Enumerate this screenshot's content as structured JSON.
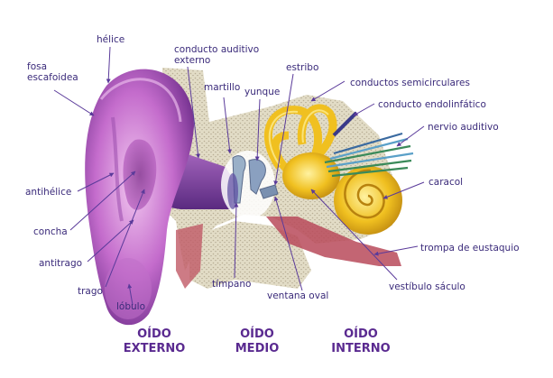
{
  "labels": {
    "helice": "hélice",
    "fosa_escafoidea": "fosa\nescafoidea",
    "conducto_auditivo_externo": "conducto auditivo\nexterno",
    "martillo": "martillo",
    "yunque": "yunque",
    "estribo": "estribo",
    "conductos_semicirculares": "conductos semicirculares",
    "conducto_endolinfatico": "conducto endolinfático",
    "nervio_auditivo": "nervio auditivo",
    "caracol": "caracol",
    "antihelice": "antihélice",
    "concha": "concha",
    "antitrago": "antitrago",
    "trago": "trago",
    "lobulo": "lóbulo",
    "timpano": "tímpano",
    "ventana_oval": "ventana oval",
    "trompa_de_eustaquio": "trompa de eustaquio",
    "vestibulo_saculo": "vestíbulo sáculo"
  },
  "sections": {
    "externo": {
      "line1": "OÍDO",
      "line2": "EXTERNO"
    },
    "medio": {
      "line1": "OÍDO",
      "line2": "MEDIO"
    },
    "interno": {
      "line1": "OÍDO",
      "line2": "INTERNO"
    }
  },
  "colors": {
    "label_text": "#3a2a7a",
    "section_text": "#5a2a90",
    "ear_pink": "#c070c8",
    "bone": "#d8d0b8",
    "cochlea": "#f0c020",
    "nerve": "#3a8a5a"
  }
}
